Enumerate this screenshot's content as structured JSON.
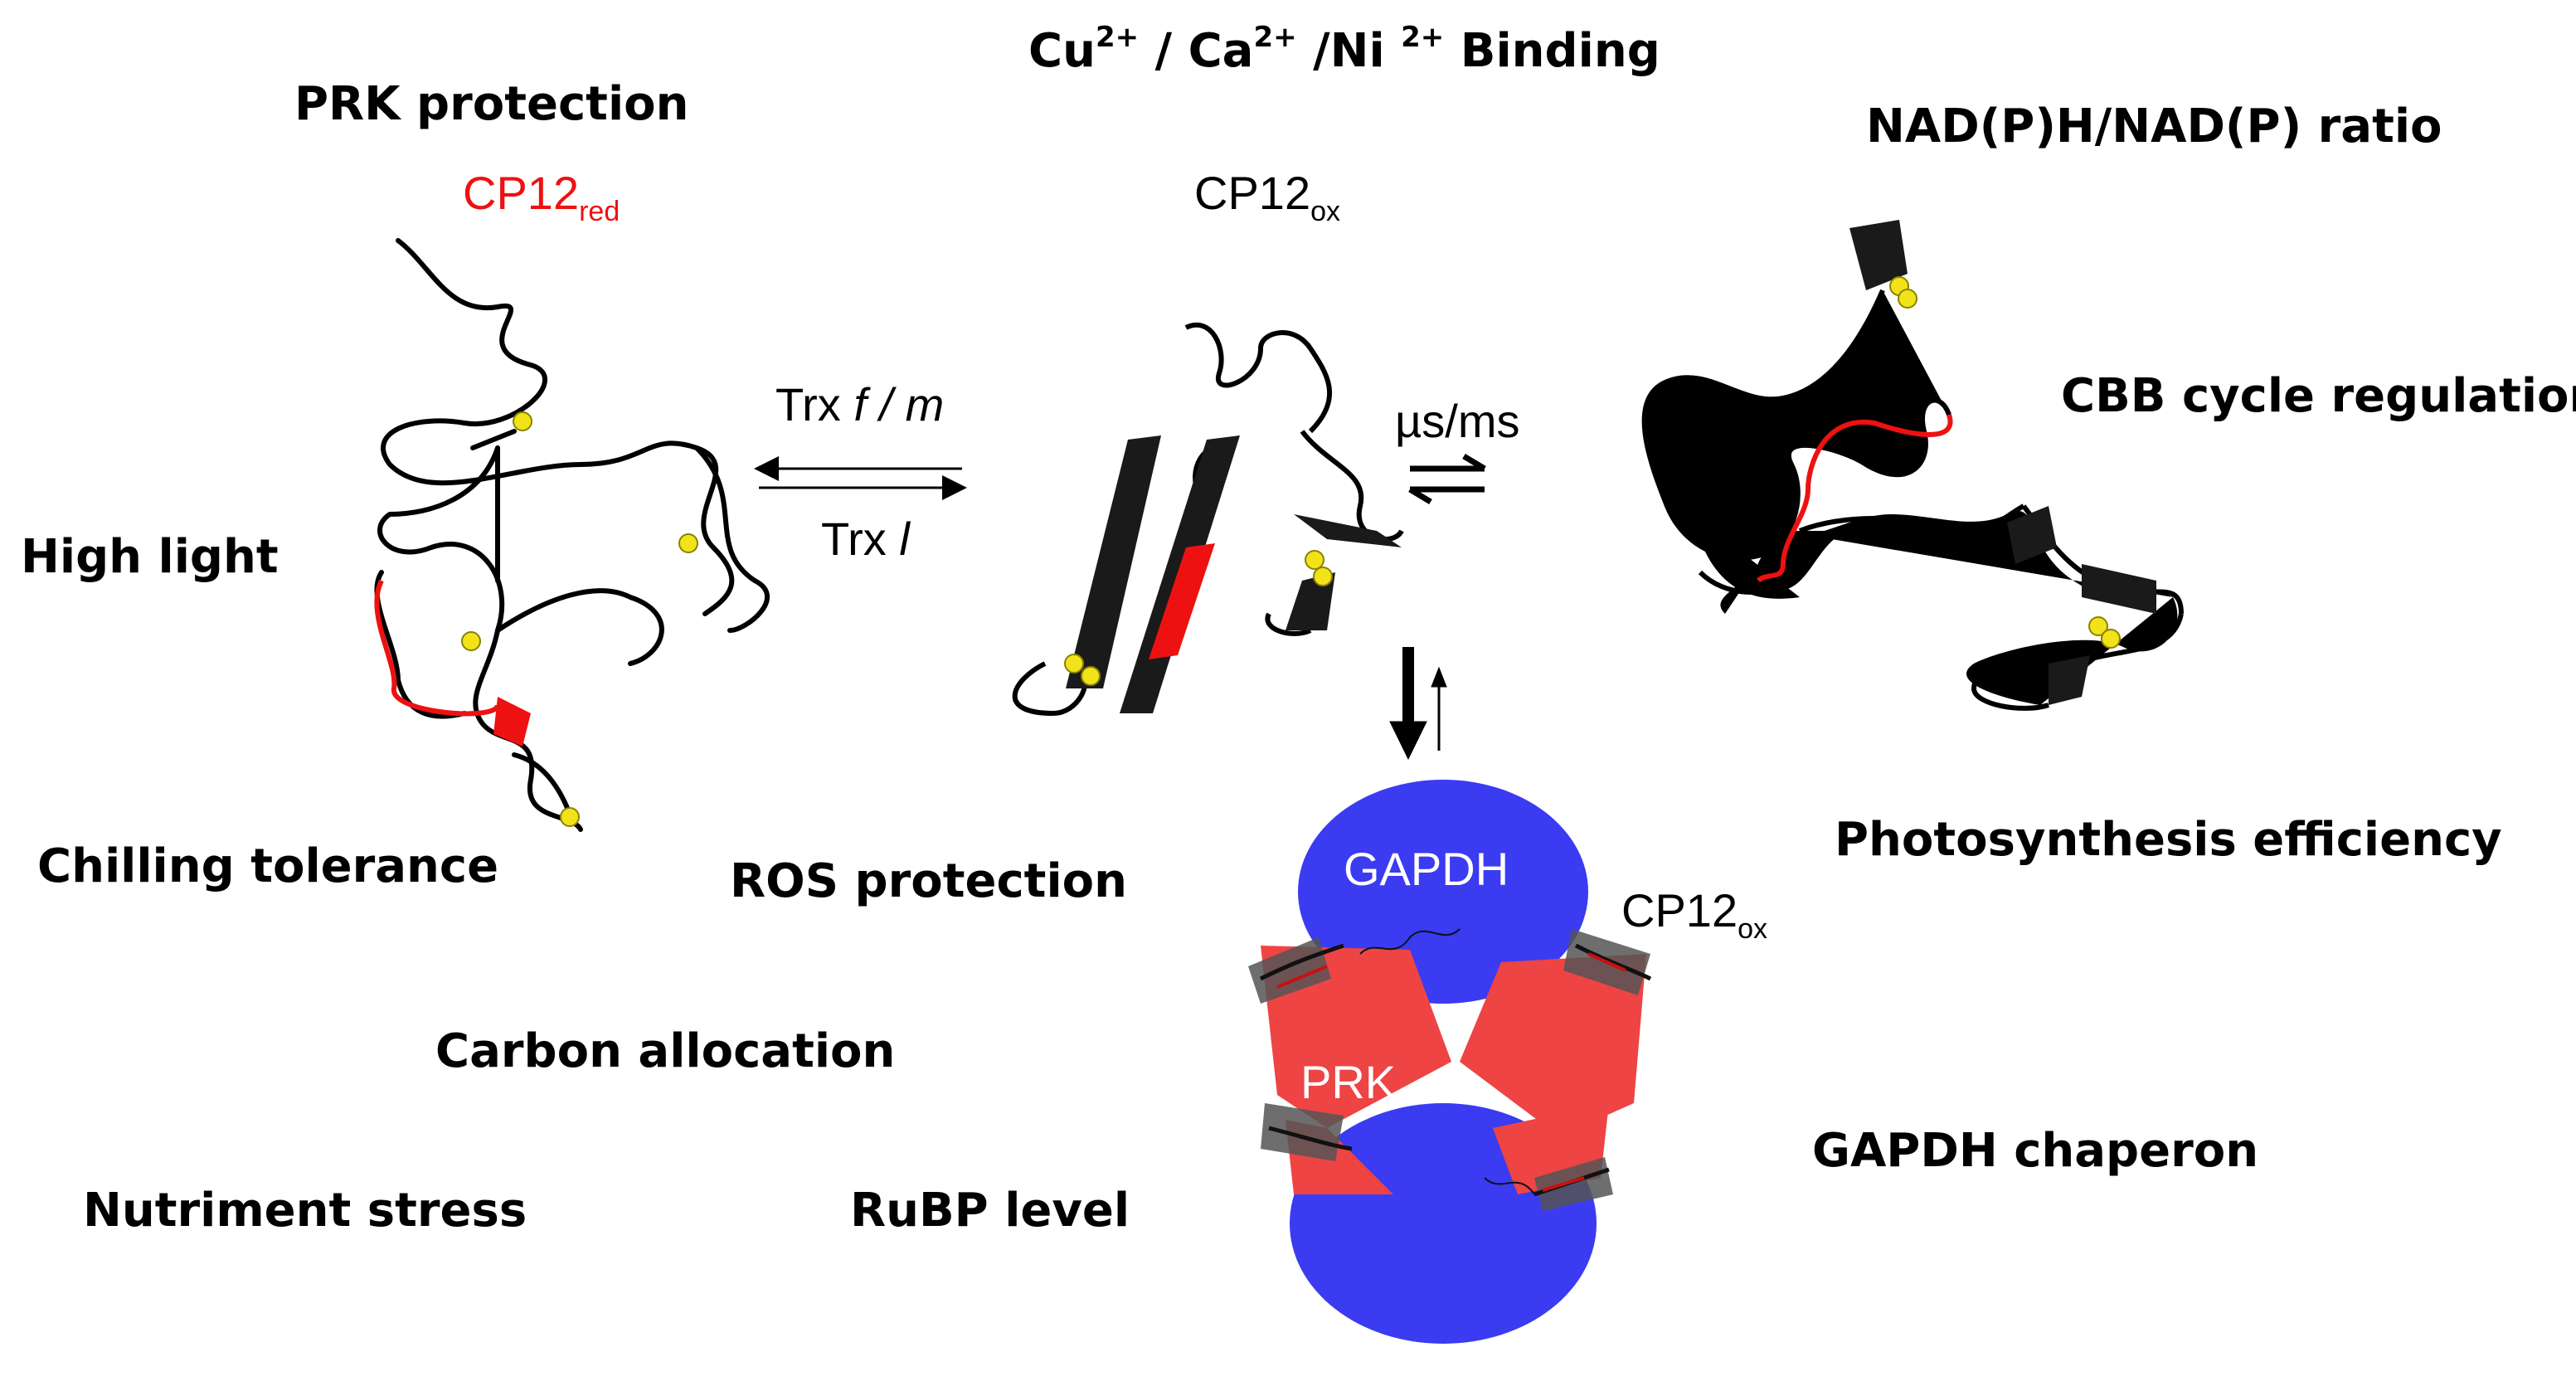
{
  "title": {
    "cu": "Cu",
    "cu_charge": "2+",
    "ca": " / Ca",
    "ca_charge": "2+",
    "ni": " /Ni ",
    "ni_charge": "2+",
    "rest": " Binding"
  },
  "functions": {
    "prk_protection": "PRK protection",
    "high_light": "High light",
    "chilling_tolerance": "Chilling tolerance",
    "ros_protection": "ROS protection",
    "carbon_allocation": "Carbon allocation",
    "nutriment_stress": "Nutriment stress",
    "rubp_level": "RuBP level",
    "nadph_ratio": "NAD(P)H/NAD(P) ratio",
    "cbb_regulation": "CBB cycle regulation",
    "photosynthesis_efficiency": "Photosynthesis efficiency",
    "gapdh_chaperon": "GAPDH chaperon"
  },
  "states": {
    "cp12_red_base": "CP12",
    "cp12_red_sub": "red",
    "cp12_ox_base": "CP12",
    "cp12_ox_sub": "ox",
    "complex_cp12_base": "CP12",
    "complex_cp12_sub": "ox",
    "gapdh": "GAPDH",
    "prk": "PRK"
  },
  "transitions": {
    "trx_fm_prefix": "Trx ",
    "trx_fm_f": "f",
    "trx_fm_sep": " / ",
    "trx_fm_m": "m",
    "trx_l_prefix": "Trx ",
    "trx_l_l": "l",
    "timescale": "µs/ms"
  },
  "colors": {
    "gapdh": "#3b3bf2",
    "prk": "#ee4444",
    "highlight": "#ee1111",
    "disulfide": "#f2e21a"
  }
}
